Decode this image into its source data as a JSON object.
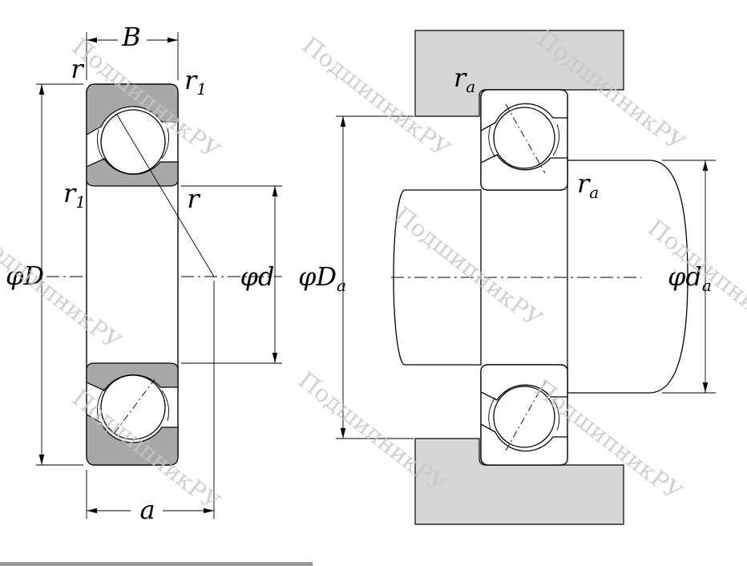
{
  "watermark": {
    "text": "ПодшипникРУ"
  },
  "colors": {
    "ring_fill": "#a8a8a8",
    "housing_fill": "#d6d6d6",
    "line": "#000000",
    "watermark": "#c6c6c6",
    "bottom_bar": "#9a9a9a"
  },
  "left_view": {
    "label_B": "B",
    "label_r_top": "r",
    "label_r1_top": {
      "main": "r",
      "sub": "1"
    },
    "label_r1_left": {
      "main": "r",
      "sub": "1"
    },
    "label_r_mid": "r",
    "label_phi_D": "φD",
    "label_phi_d": "φd",
    "label_a": "a"
  },
  "right_view": {
    "label_ra_top": {
      "main": "r",
      "sub": "a"
    },
    "label_ra_mid": {
      "main": "r",
      "sub": "a"
    },
    "label_phi_Da": {
      "main": "φD",
      "sub": "a"
    },
    "label_phi_da": {
      "main": "φd",
      "sub": "a"
    }
  }
}
